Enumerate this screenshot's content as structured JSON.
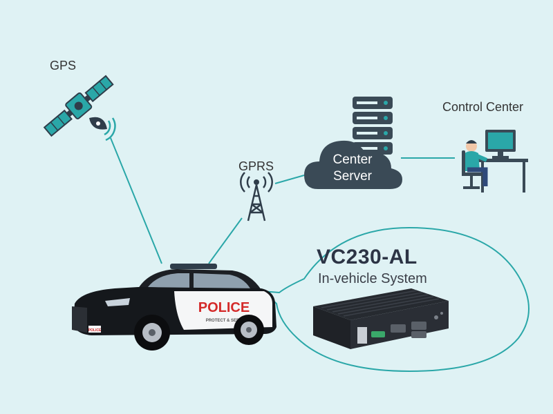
{
  "labels": {
    "gps": "GPS",
    "gprs": "GPRS",
    "control_center": "Control Center",
    "server_line1": "Center",
    "server_line2": "Server"
  },
  "product": {
    "title": "VC230-AL",
    "subtitle": "In-vehicle System"
  },
  "vehicle": {
    "door_text": "POLICE",
    "door_slogan": "PROTECT & SERVE",
    "plate_text": "POLICE"
  },
  "colors": {
    "background": "#dff2f4",
    "accent": "#2aa7a8",
    "dark": "#3a4a56",
    "cloud": "#3a4a56",
    "label": "#333333"
  },
  "icons": [
    "satellite-icon",
    "cell-tower-icon",
    "server-rack-icon",
    "cloud-icon",
    "operator-desk-icon",
    "police-car",
    "embedded-computer-box"
  ]
}
